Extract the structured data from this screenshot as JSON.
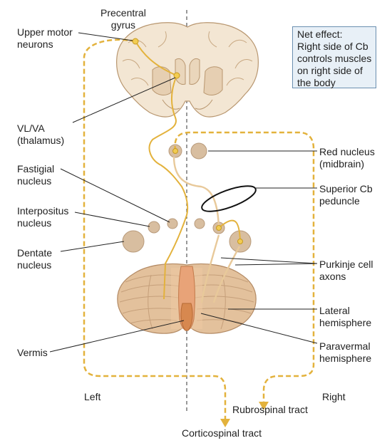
{
  "colors": {
    "motor_pathway": "#e3b23c",
    "purkinje_axon": "#e8c99a",
    "brain_fill": "#f3e6d3",
    "brain_stroke": "#b8966f",
    "nucleus_fill": "#d8bea0",
    "cerebellum_fill": "#ddb48a",
    "vermis_fill": "#d7884f",
    "label_line": "#222222",
    "box_border": "#6b8fb0",
    "box_fill": "#e8f0f7"
  },
  "labels": {
    "precentral_gyrus": [
      "Precentral",
      "gyrus"
    ],
    "upper_motor_neurons": [
      "Upper motor",
      "neurons"
    ],
    "vl_va": [
      "VL/VA",
      "(thalamus)"
    ],
    "fastigial": [
      "Fastigial",
      "nucleus"
    ],
    "interpositus": [
      "Interpositus",
      "nucleus"
    ],
    "dentate": [
      "Dentate",
      "nucleus"
    ],
    "vermis": [
      "Vermis"
    ],
    "red_nucleus": [
      "Red nucleus",
      "(midbrain)"
    ],
    "superior_cb_peduncle": [
      "Superior Cb",
      "peduncle"
    ],
    "purkinje_axons": [
      "Purkinje cell",
      "axons"
    ],
    "lateral_hemisphere": [
      "Lateral",
      "hemisphere"
    ],
    "paravermal_hemisphere": [
      "Paravermal",
      "hemisphere"
    ],
    "left": "Left",
    "right": "Right",
    "rubrospinal_tract": "Rubrospinal tract",
    "corticospinal_tract": "Corticospinal tract"
  },
  "net_effect": [
    "Net effect:",
    "Right side of Cb",
    "controls muscles",
    "on right side of",
    "the body"
  ]
}
